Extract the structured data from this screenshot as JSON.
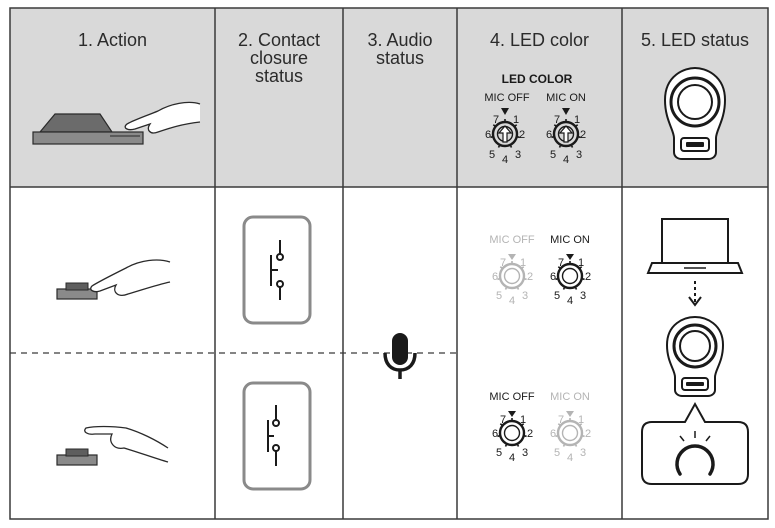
{
  "headers": [
    {
      "lines": [
        "1. Action"
      ]
    },
    {
      "lines": [
        "2. Contact",
        "closure",
        "status"
      ]
    },
    {
      "lines": [
        "3. Audio",
        "status"
      ]
    },
    {
      "lines": [
        "4. LED color"
      ]
    },
    {
      "lines": [
        "5. LED status"
      ]
    }
  ],
  "led_color": {
    "title": "LED COLOR",
    "mic_off": "MIC OFF",
    "mic_on": "MIC ON",
    "dial_numbers": [
      "1",
      "2",
      "3",
      "4",
      "5",
      "6",
      "7"
    ]
  },
  "colors": {
    "header_bg": "#d9d9d9",
    "grid": "#3a3a3a",
    "dim": "#b4b4b4",
    "device_dark": "#6b6b6b"
  }
}
